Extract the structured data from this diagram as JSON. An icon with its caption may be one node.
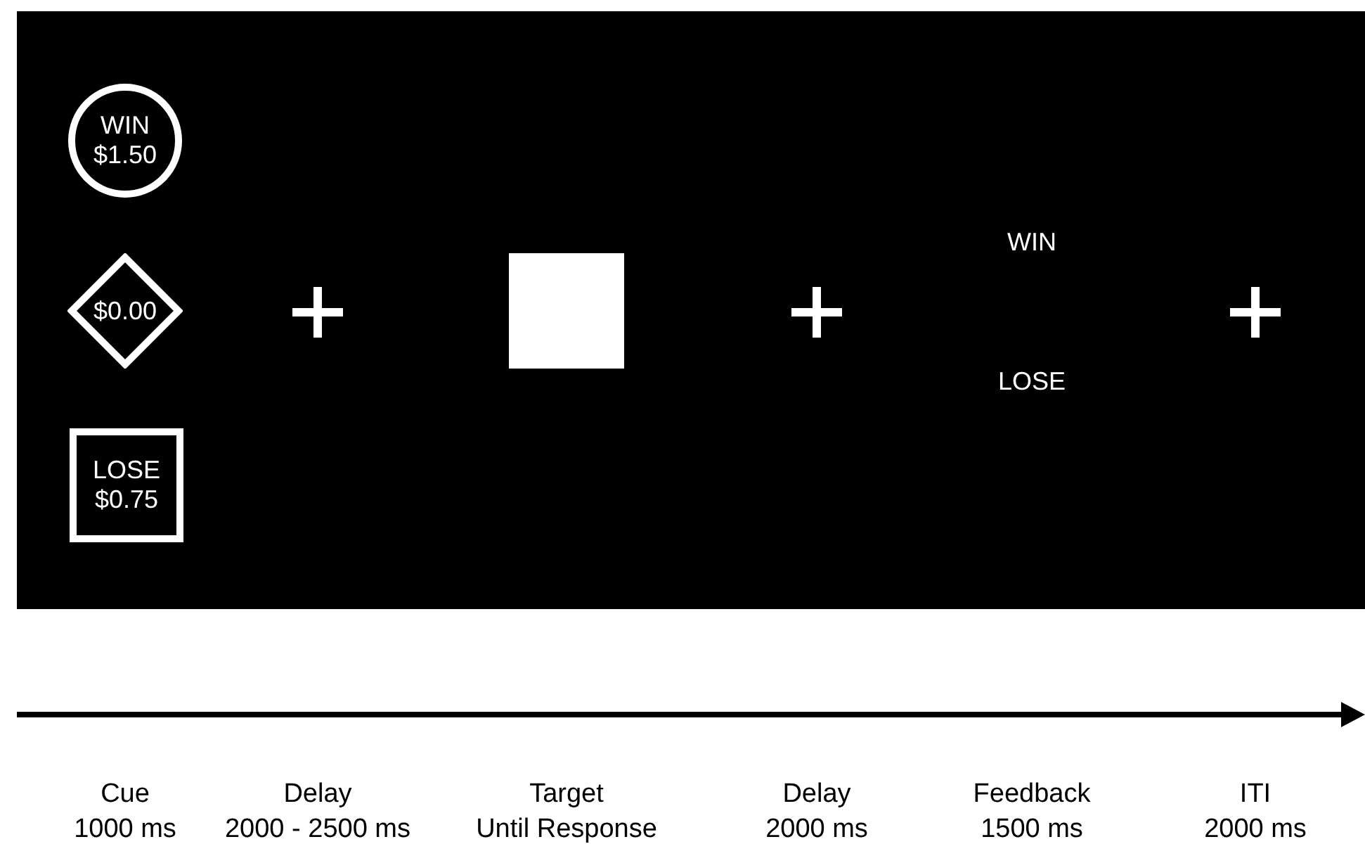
{
  "diagram": {
    "nodes": [
      {
        "text": [
          "WIN $1.50"
        ]
      },
      {
        "text": [
          "$0.00"
        ]
      },
      {
        "text": [
          "LOSE $0.75"
        ]
      },
      {
        "text": [],
        "shape": "box"
      }
    ],
    "labels": [
      "WIN",
      "LOSE",
      "Cue",
      "1000 ms",
      "Delay",
      "2000 - 2500 ms",
      "Target",
      "Until Response",
      "Delay",
      "2000 ms",
      "Feedback",
      "1500 ms",
      "ITI",
      "2000 ms"
    ]
  }
}
